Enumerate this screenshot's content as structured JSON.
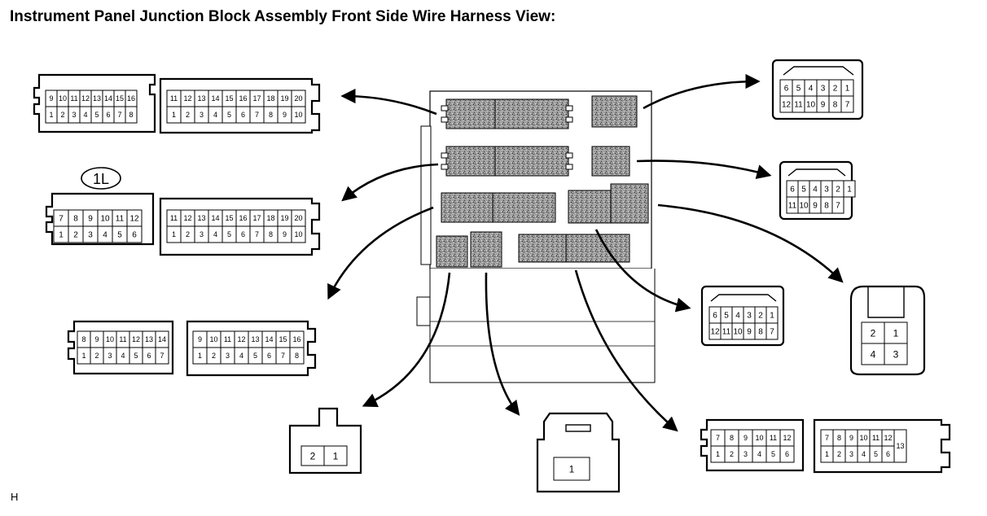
{
  "title": "Instrument Panel Junction Block Assembly Front Side Wire Harness View:",
  "corner_mark": "H",
  "connector_label": "1L",
  "connectors": {
    "c1_left": {
      "top": [
        "9",
        "10",
        "11",
        "12",
        "13",
        "14",
        "15",
        "16"
      ],
      "bottom": [
        "1",
        "2",
        "3",
        "4",
        "5",
        "6",
        "7",
        "8"
      ]
    },
    "c1_right": {
      "top": [
        "11",
        "12",
        "13",
        "14",
        "15",
        "16",
        "17",
        "18",
        "19",
        "20"
      ],
      "bottom": [
        "1",
        "2",
        "3",
        "4",
        "5",
        "6",
        "7",
        "8",
        "9",
        "10"
      ]
    },
    "c2_left": {
      "top": [
        "7",
        "8",
        "9",
        "10",
        "11",
        "12"
      ],
      "bottom": [
        "1",
        "2",
        "3",
        "4",
        "5",
        "6"
      ]
    },
    "c2_right": {
      "top": [
        "11",
        "12",
        "13",
        "14",
        "15",
        "16",
        "17",
        "18",
        "19",
        "20"
      ],
      "bottom": [
        "1",
        "2",
        "3",
        "4",
        "5",
        "6",
        "7",
        "8",
        "9",
        "10"
      ]
    },
    "c3_left": {
      "top": [
        "8",
        "9",
        "10",
        "11",
        "12",
        "13",
        "14"
      ],
      "bottom": [
        "1",
        "2",
        "3",
        "4",
        "5",
        "6",
        "7"
      ]
    },
    "c3_right": {
      "top": [
        "9",
        "10",
        "11",
        "12",
        "13",
        "14",
        "15",
        "16"
      ],
      "bottom": [
        "1",
        "2",
        "3",
        "4",
        "5",
        "6",
        "7",
        "8"
      ]
    },
    "r1": {
      "top": [
        "6",
        "5",
        "4",
        "3",
        "2",
        "1"
      ],
      "bottom": [
        "12",
        "11",
        "10",
        "9",
        "8",
        "7"
      ]
    },
    "r2": {
      "top": [
        "6",
        "5",
        "4",
        "3",
        "2",
        "1"
      ],
      "bottom": [
        "11",
        "10",
        "9",
        "8",
        "7"
      ]
    },
    "r3": {
      "top": [
        "6",
        "5",
        "4",
        "3",
        "2",
        "1"
      ],
      "bottom": [
        "12",
        "11",
        "10",
        "9",
        "8",
        "7"
      ]
    },
    "r4": {
      "top": [
        "2",
        "1"
      ],
      "bottom": [
        "4",
        "3"
      ]
    },
    "b1": {
      "pins": [
        "2",
        "1"
      ]
    },
    "b2": {
      "pins": [
        "1"
      ]
    },
    "b3_left": {
      "top": [
        "7",
        "8",
        "9",
        "10",
        "11",
        "12"
      ],
      "bottom": [
        "1",
        "2",
        "3",
        "4",
        "5",
        "6"
      ]
    },
    "b3_right": {
      "top": [
        "7",
        "8",
        "9",
        "10",
        "11",
        "12"
      ],
      "bottom": [
        "1",
        "2",
        "3",
        "4",
        "5",
        "6"
      ],
      "side": "13"
    }
  }
}
